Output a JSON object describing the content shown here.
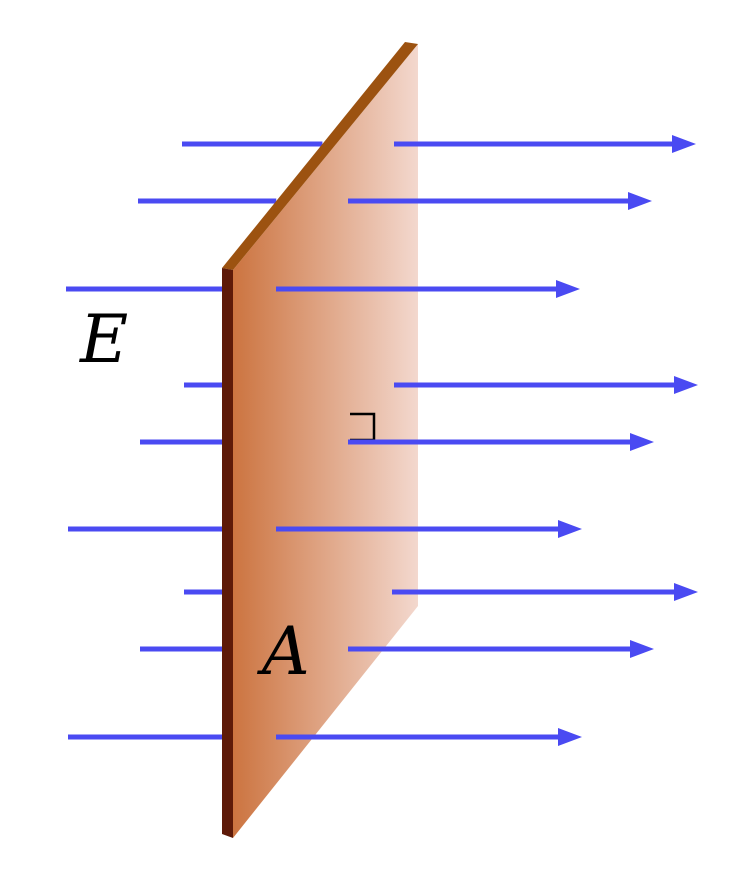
{
  "labels": {
    "field": "E",
    "area": "A"
  },
  "colors": {
    "field_line": "#4a4af2",
    "plate_front_left": "#cc7440",
    "plate_front_right": "#f3d8ce",
    "plate_top_edge": "#9c5210",
    "plate_side_edge": "#5e1a08"
  },
  "icons": [
    "field-arrow",
    "right-angle-marker"
  ]
}
